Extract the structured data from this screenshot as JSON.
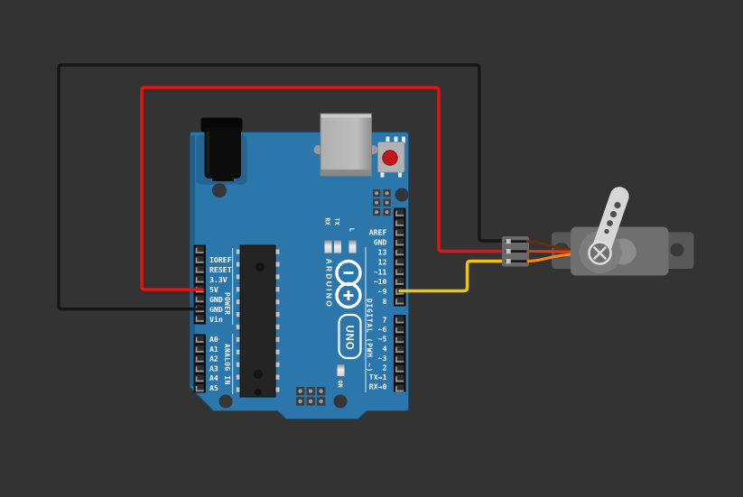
{
  "canvas": {
    "background": "#333333"
  },
  "board": {
    "title": "Arduino Uno",
    "color": "#2b76ab",
    "logo_text": "ARDUINO",
    "model_label": "UNO",
    "on_label": "ON",
    "led_labels": {
      "l": "L",
      "tx": "TX",
      "rx": "RX"
    },
    "section_labels": {
      "power": "POWER",
      "analog": "ANALOG IN",
      "digital": "DIGITAL (PWM ~)"
    },
    "power_pins": [
      "IOREF",
      "RESET",
      "3.3V",
      "5V",
      "GND",
      "GND",
      "Vin"
    ],
    "analog_pins": [
      "A0",
      "A1",
      "A2",
      "A3",
      "A4",
      "A5"
    ],
    "digital_pins": [
      "AREF",
      "GND",
      "13",
      "12",
      "~11",
      "~10",
      "~9",
      "8",
      "7",
      "~6",
      "~5",
      "4",
      "~3",
      "2",
      "TX→1",
      "RX→0"
    ]
  },
  "wires": {
    "ground": {
      "color": "#161616",
      "from_pin": "GND"
    },
    "power": {
      "color": "#e81212",
      "from_pin": "5V"
    },
    "signal": {
      "color": "#ecc513",
      "from_pin": "~9"
    }
  },
  "servo": {
    "body_color": "#6f6f6f",
    "lead_colors": {
      "brown": "#643014",
      "red": "#e8380d",
      "orange": "#f5861a"
    }
  }
}
